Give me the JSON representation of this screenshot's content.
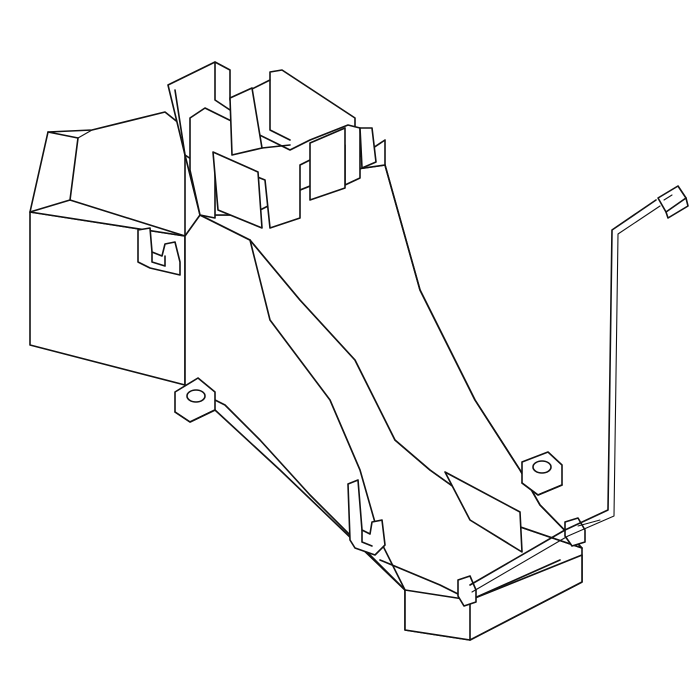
{
  "drawing": {
    "style": "line-art",
    "stroke_color": "#111111",
    "background_color": "#ffffff",
    "parts": [
      {
        "name": "housing-body",
        "icon": "duct-housing-icon"
      },
      {
        "name": "top-socket",
        "icon": "rectangular-socket-icon"
      },
      {
        "name": "side-clip",
        "icon": "clip-icon"
      },
      {
        "name": "mounting-tab",
        "icon": "mounting-tab-icon"
      },
      {
        "name": "wire-harness",
        "icon": "wire-icon"
      },
      {
        "name": "connector",
        "icon": "connector-icon"
      }
    ]
  }
}
